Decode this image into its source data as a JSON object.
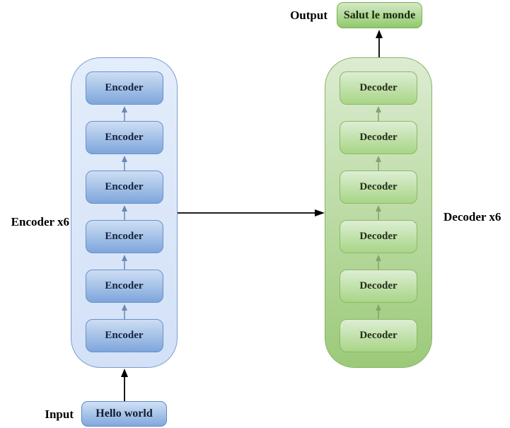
{
  "labels": {
    "output": "Output",
    "input": "Input",
    "encoder_side": "Encoder x6",
    "decoder_side": "Decoder x6"
  },
  "io": {
    "output_value": "Salut le monde",
    "input_value": "Hello world"
  },
  "encoder": {
    "layers": [
      "Encoder",
      "Encoder",
      "Encoder",
      "Encoder",
      "Encoder",
      "Encoder"
    ]
  },
  "decoder": {
    "layers": [
      "Decoder",
      "Decoder",
      "Decoder",
      "Decoder",
      "Decoder",
      "Decoder"
    ]
  },
  "icons": {
    "up_arrow": "up-arrow-icon"
  },
  "colors": {
    "enc_cont_top": "#e3edfb",
    "enc_cont_bottom": "#d3e1f7",
    "enc_cont_border": "#7c9cd1",
    "enc_box_top": "#cddef4",
    "enc_box_bottom": "#7ea6db",
    "enc_box_border": "#6a90c8",
    "enc_box_text": "#16233c",
    "enc_mini_arrow": "#6d87b4",
    "dec_cont_top": "#dcecd2",
    "dec_cont_bottom": "#9cca79",
    "dec_cont_border": "#85b564",
    "dec_box_top": "#ddeed4",
    "dec_box_bottom": "#a8d586",
    "dec_box_border": "#8aba66",
    "dec_box_text": "#272f1b",
    "dec_mini_arrow": "#84a469",
    "out_box_top": "#d3e9c5",
    "out_box_bottom": "#92c96d",
    "out_box_border": "#77b150",
    "out_box_text": "#182a0c",
    "in_box_top": "#d0e1f6",
    "in_box_bottom": "#81a8dc",
    "in_box_border": "#5a86c4",
    "in_box_text": "#111c30",
    "black_arrow": "#000000"
  }
}
